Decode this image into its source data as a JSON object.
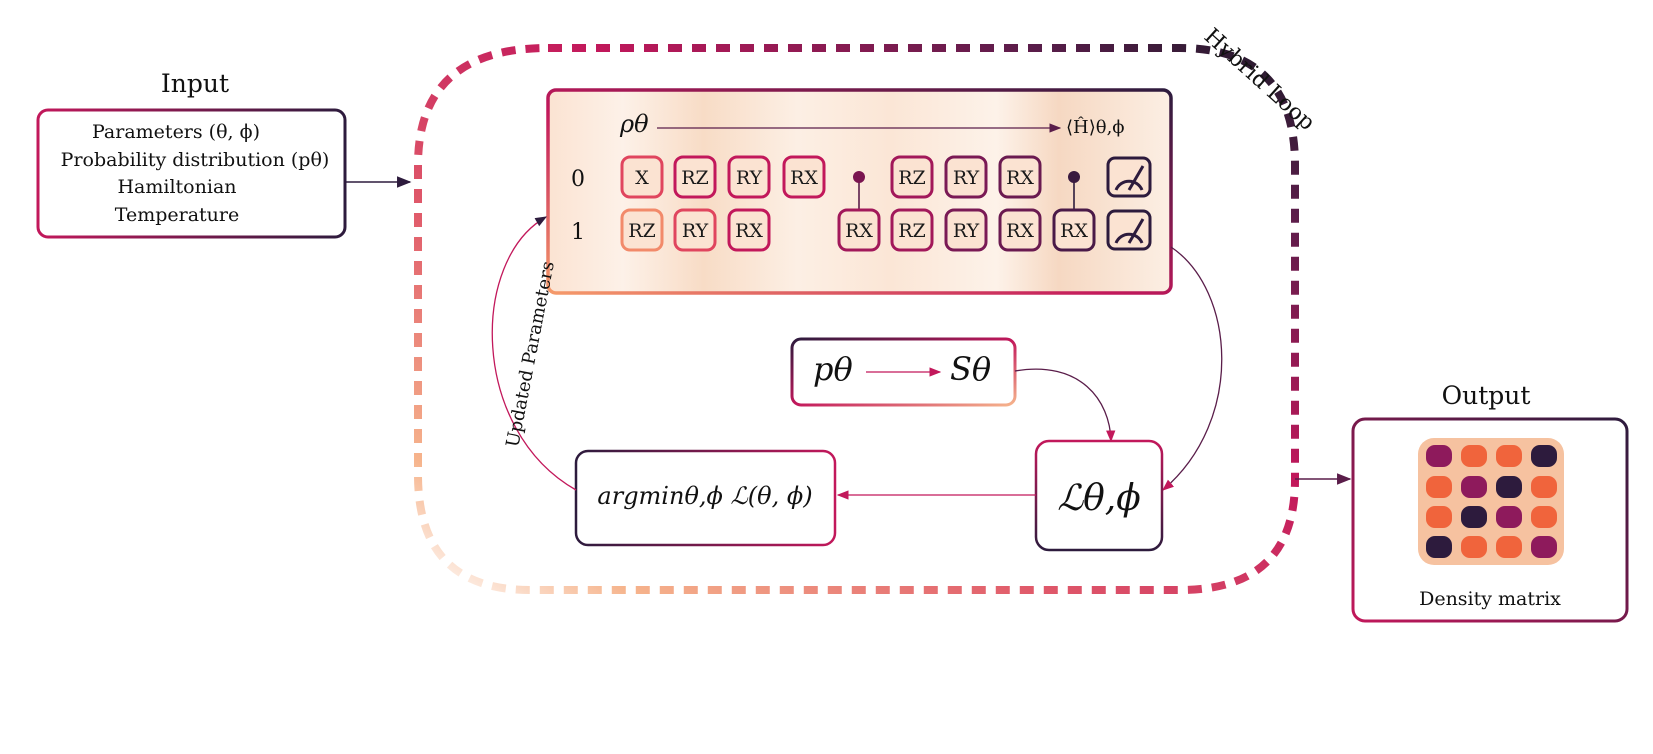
{
  "colors": {
    "crimson": "#c2185b",
    "dark_purple": "#2d1b3d",
    "magenta": "#8e1a5c",
    "orange": "#f0643c",
    "peach": "#f6b48c",
    "peach_light": "#fbe3d2"
  },
  "input": {
    "title": "Input",
    "lines": [
      "Parameters (θ, ϕ)",
      "Probability distribution (pθ)",
      "Hamiltonian",
      "Temperature"
    ]
  },
  "hybrid_loop_label": "Hybrid Loop",
  "circuit": {
    "rho_label": "ρθ",
    "expectation_label": "⟨Ĥ⟩θ,ϕ",
    "qubit_0_label": "0",
    "qubit_1_label": "1",
    "row0_gates": [
      "X",
      "RZ",
      "RY",
      "RX",
      "RZ",
      "RY",
      "RX"
    ],
    "row1_gates": [
      "RZ",
      "RY",
      "RX",
      "RX",
      "RZ",
      "RY",
      "RX",
      "RX"
    ],
    "measure_icon": "meter-icon"
  },
  "entropy_box": {
    "p": "pθ",
    "s": "Sθ"
  },
  "loss_box": {
    "label": "ℒθ,ϕ"
  },
  "argmin_box": {
    "label": "argminθ,ϕ ℒ(θ, ϕ)"
  },
  "updated_parameters_label": "Updated Parameters",
  "output": {
    "title": "Output",
    "caption": "Density matrix",
    "matrix": [
      [
        "magenta",
        "orange",
        "orange",
        "dark_purple"
      ],
      [
        "orange",
        "magenta",
        "dark_purple",
        "orange"
      ],
      [
        "orange",
        "dark_purple",
        "magenta",
        "orange"
      ],
      [
        "dark_purple",
        "orange",
        "orange",
        "magenta"
      ]
    ]
  }
}
